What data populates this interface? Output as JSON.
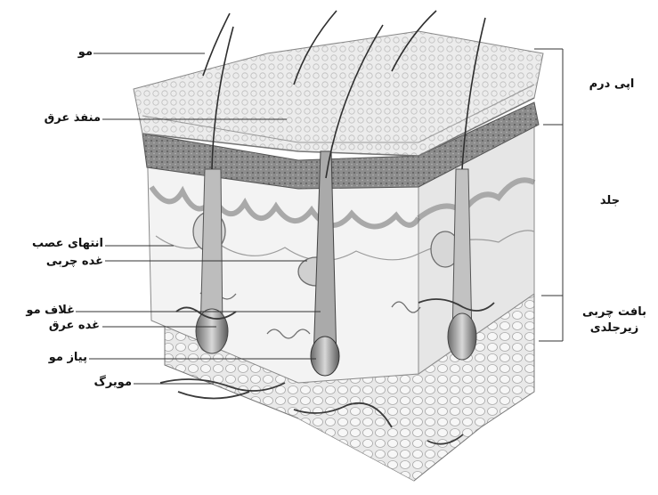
{
  "left_labels": {
    "hair": "مو",
    "sweat_pore": "منفذ عرق",
    "nerve_ending": "انتهای عصب",
    "sebaceous_gland": "غده چربی",
    "hair_sheath": "غلاف مو",
    "sweat_gland": "غده عرق",
    "hair_bulb": "پیاز مو",
    "capillary": "مویرگ"
  },
  "right_labels": {
    "epidermis": "اپی درم",
    "dermis": "جلد",
    "hypodermis_line1": "بافت چربی",
    "hypodermis_line2": "زیرجلدی"
  }
}
